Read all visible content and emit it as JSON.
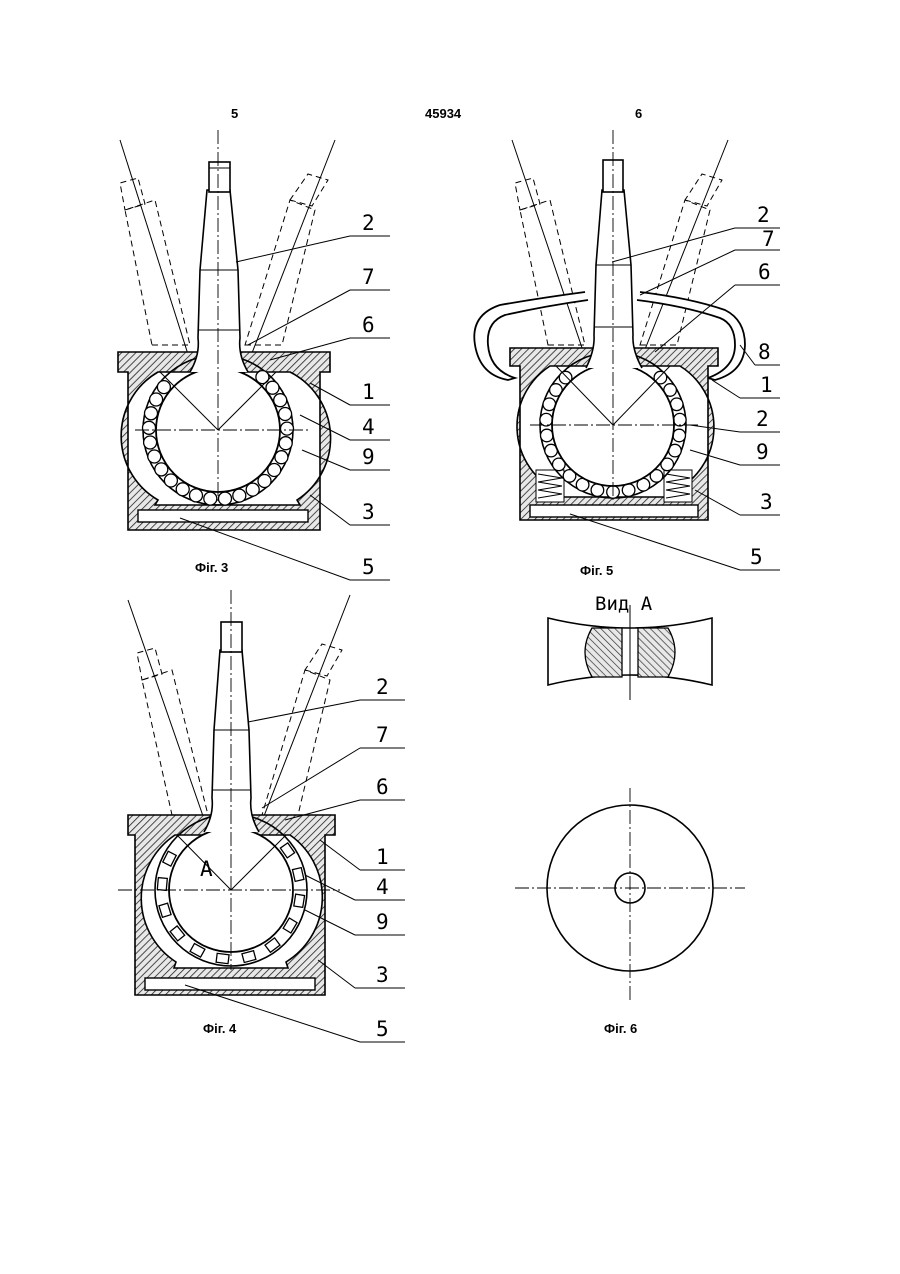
{
  "header": {
    "left_page": "5",
    "doc_number": "45934",
    "right_page": "6"
  },
  "figures": [
    {
      "caption": "Фіг. 3",
      "labels": [
        "2",
        "7",
        "6",
        "1",
        "4",
        "9",
        "3",
        "5"
      ]
    },
    {
      "caption": "Фіг. 5",
      "labels": [
        "2",
        "7",
        "6",
        "8",
        "1",
        "2",
        "9",
        "3",
        "5"
      ]
    },
    {
      "caption": "Фіг. 4",
      "labels": [
        "2",
        "7",
        "6",
        "1",
        "4",
        "9",
        "3",
        "5"
      ],
      "view_marker": "A"
    },
    {
      "caption": "Фіг. 6",
      "view_title": "Вид А"
    }
  ]
}
